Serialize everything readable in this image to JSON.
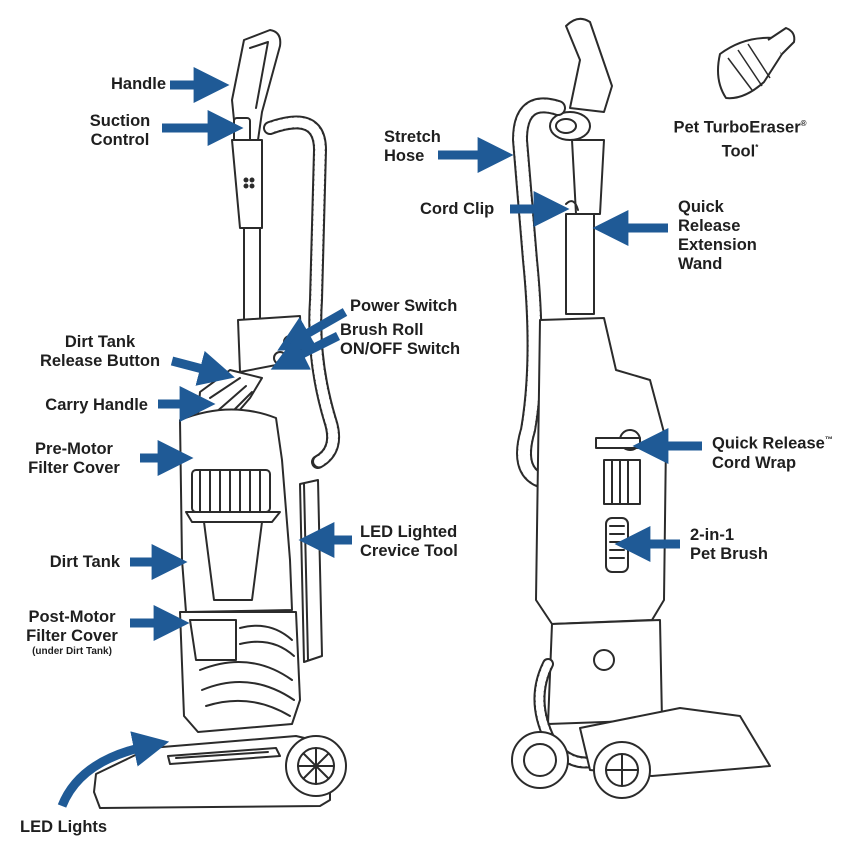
{
  "colors": {
    "arrow": "#1f5a96",
    "line": "#2b2b2b",
    "text": "#1f1f1f"
  },
  "labels": {
    "handle": "Handle",
    "suction_control": [
      "Suction",
      "Control"
    ],
    "dirt_tank_release": [
      "Dirt Tank",
      "Release Button"
    ],
    "carry_handle": "Carry Handle",
    "pre_motor": [
      "Pre-Motor",
      "Filter Cover"
    ],
    "dirt_tank": "Dirt Tank",
    "post_motor": [
      "Post-Motor",
      "Filter Cover",
      "(under Dirt Tank)"
    ],
    "led_lights": "LED Lights",
    "power_switch": "Power Switch",
    "brush_roll": [
      "Brush Roll",
      "ON/OFF Switch"
    ],
    "led_crevice": [
      "LED Lighted",
      "Crevice Tool"
    ],
    "stretch_hose": [
      "Stretch",
      "Hose"
    ],
    "cord_clip": "Cord Clip",
    "quick_release_wand": [
      "Quick",
      "Release",
      "Extension",
      "Wand"
    ],
    "pet_tool": [
      "Pet TurboEraser",
      "®",
      "Tool",
      "*"
    ],
    "cord_wrap": [
      "Quick Release",
      "™",
      "Cord Wrap"
    ],
    "pet_brush": [
      "2-in-1",
      "Pet Brush"
    ]
  }
}
